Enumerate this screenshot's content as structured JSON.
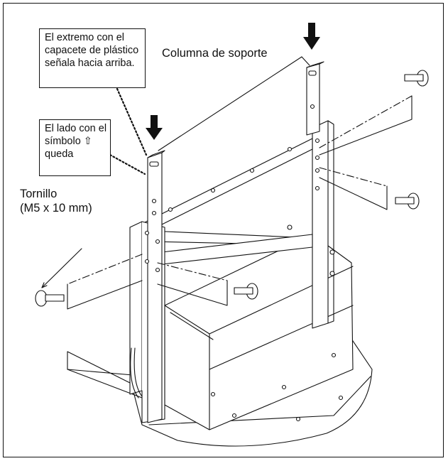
{
  "callouts": {
    "plastic_cap": [
      "El extremo con el",
      "capacete de plástico",
      "señala hacia arriba."
    ],
    "arrow_symbol": [
      "El lado con el",
      "símbolo ⇧",
      "queda"
    ]
  },
  "labels": {
    "support_column": "Columna de soporte",
    "screw_name": "Tornillo",
    "screw_size": "(M5 x 10 mm)"
  },
  "colors": {
    "ink": "#111111",
    "background": "#ffffff"
  }
}
